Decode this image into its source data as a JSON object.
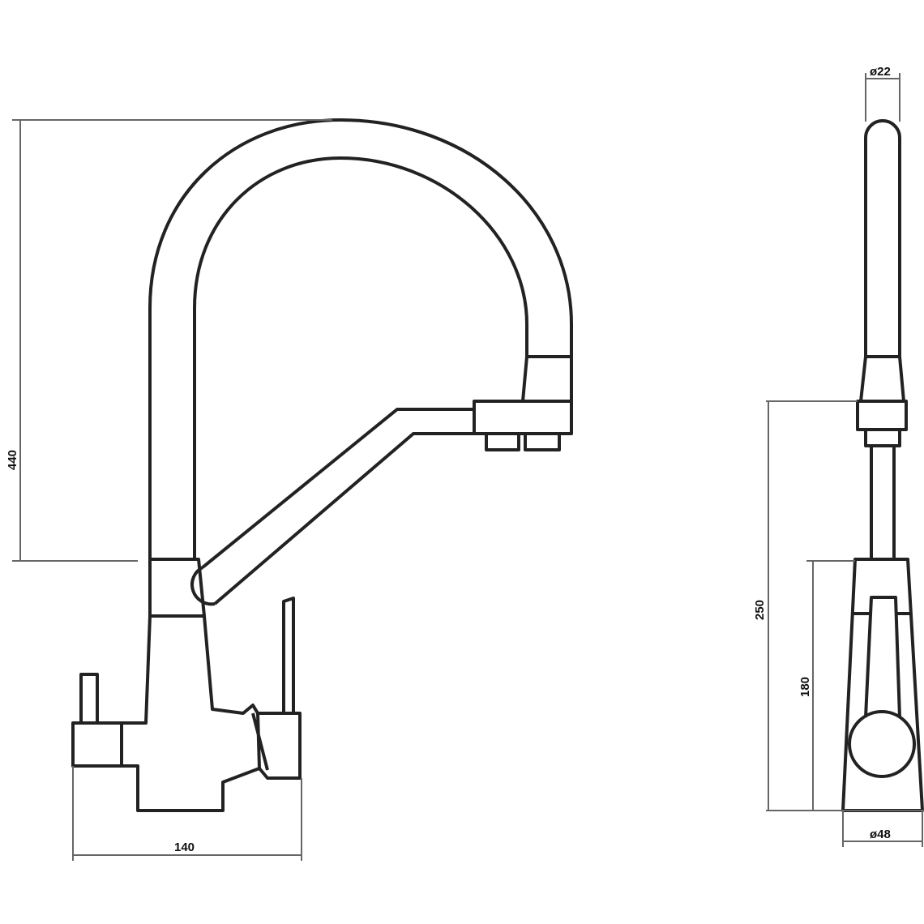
{
  "dimensions": {
    "front_height": "440",
    "front_width": "140",
    "side_spout_diameter": "ø22",
    "side_spout_height": "250",
    "side_lever_height": "180",
    "side_base_diameter": "ø48"
  }
}
